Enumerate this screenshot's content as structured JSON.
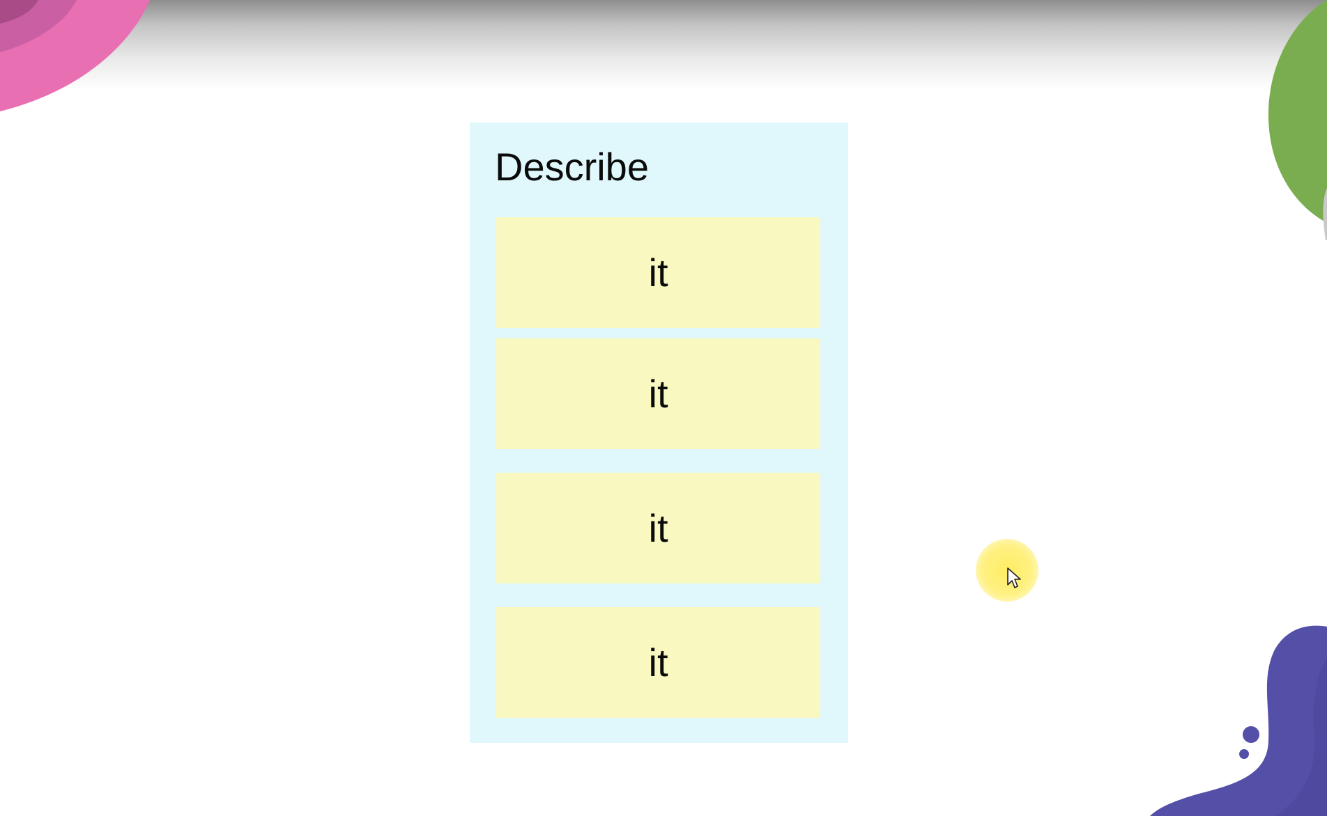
{
  "page": {
    "background": "#ffffff"
  },
  "decorations": {
    "top_left_blob": {
      "icon": "pink-blob",
      "color": "#e86fb1",
      "inner_color": "#b45090"
    },
    "top_right_blob": {
      "icon": "green-blob",
      "color": "#79ad4f"
    },
    "bottom_right_blob": {
      "icon": "purple-wave-blob",
      "color": "#5450a8"
    }
  },
  "card": {
    "title": "Describe",
    "background": "#e0f8fb",
    "item_background": "#f8f8c0",
    "items": [
      {
        "label": "it"
      },
      {
        "label": "it"
      },
      {
        "label": "it"
      },
      {
        "label": "it"
      }
    ]
  },
  "cursor": {
    "icon": "mouse-pointer-icon",
    "highlight_color": "#ffec5a"
  }
}
